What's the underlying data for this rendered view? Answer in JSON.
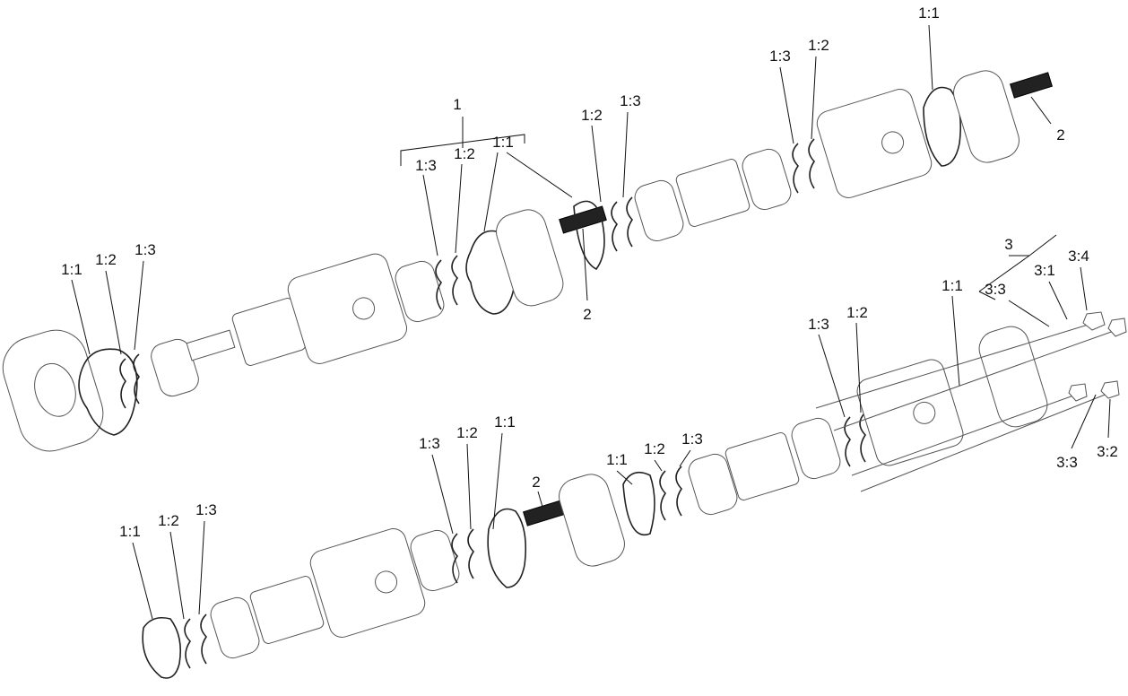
{
  "diagram": {
    "kind": "exploded parts diagram of tandem gear pump",
    "callouts": [
      "1",
      "1:3",
      "1:2",
      "1:1",
      "1:2",
      "1:3",
      "2",
      "1:3",
      "1:2",
      "1:1",
      "2",
      "1:1",
      "1:2",
      "1:3",
      "3",
      "3:3",
      "3:1",
      "3:4",
      "1:1",
      "1:3",
      "1:2",
      "3:3",
      "3:2",
      "1:1",
      "1:2",
      "1:3",
      "1:3",
      "1:2",
      "1:1",
      "2",
      "1:1",
      "1:2",
      "1:3"
    ],
    "colors": {
      "line": "#111111",
      "part_outline": "#555555",
      "shaft": "#222222"
    }
  }
}
